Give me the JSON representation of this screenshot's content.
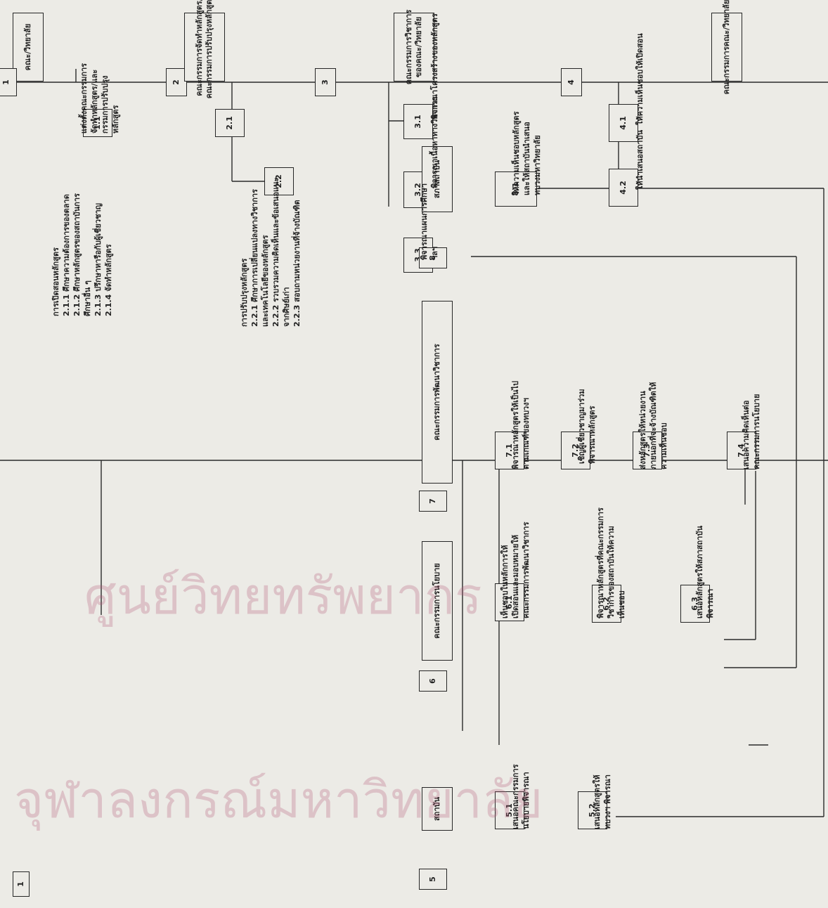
{
  "nodes": {
    "n1": "1",
    "n2": "2",
    "n3": "3",
    "n4": "4",
    "n5": "5",
    "n6": "6",
    "n7": "7",
    "n8": "8",
    "faculty": "คณะ/วิทยาลัย",
    "committee_curriculum": [
      "คณะกรรมการจัดทำหลักสูตร/",
      "คณะกรรมการปรับปรุงหลักสูตร"
    ],
    "academic_committee_faculty": [
      "คณะกรรมการวิชาการ",
      "ของคณะ/วิทยาลัย"
    ],
    "faculty_committee": "คณะกรรมการคณะ/วิทยาลัย",
    "institute": "สถาบัน",
    "policy_committee": "คณะกรรมการนโยบาย",
    "academic_dev_committee": "คณะกรรมการพัฒนาวิชาการ",
    "institute_council": "สภาสถาบัน"
  },
  "steps": {
    "s1_1": "1.1",
    "s2_1": "2.1",
    "s2_2": "2.2",
    "s3_1": "3.1",
    "s3_2": "3.2",
    "s3_3": "3.3",
    "s4_1": "4.1",
    "s4_2": "4.2",
    "s5_1": "5.1",
    "s5_2": "5.2",
    "s6_1": "6.1",
    "s6_2": "6.2",
    "s6_3": "6.3",
    "s7_1": "7.1",
    "s7_2": "7.2",
    "s7_3": "7.3",
    "s7_4": "7.4",
    "s8_1": "8.1"
  },
  "texts": {
    "t1_1": [
      "แต่งตั้งคณะกรรมการ",
      "จัดทำหลักสูตร/และ",
      "กรรมการปรับปรุง",
      "หลักสูตร"
    ],
    "t2_1": [
      "การเปิดสอนหลักสูตร",
      "2.1.1  ศึกษาความต้องการของตลาด",
      "2.1.2  ศึกษาหลักสูตรของสถาบันการ",
      "ศึกษาอื่น ๆ",
      "2.1.3  ปรึกษาหารือกับผู้เชี่ยวชาญ",
      "2.1.4  จัดทำหลักสูตร"
    ],
    "t2_2": [
      "การปรับปรุงหลักสูตร",
      "2.2.1  ศึกษาการเปลี่ยนแปลงทางวิชาการ",
      "และเทคโนโลยีของหลักสูตร",
      "2.2.2  รวบรวมความคิดเห็นและข้อเสนอแนะ",
      "จากศิษย์เก่า",
      "2.2.3  สอบถามหน่วยงานที่จ้างบัณฑิต"
    ],
    "t3_1": [
      "พิจารณาโครงสร้างของหลักสูตร"
    ],
    "t3_2": [
      "พิจารณาเนื้อหาทางวิชาการ"
    ],
    "t3_3": [
      "พิจารณาแผนการศึกษา",
      "ฯลฯ"
    ],
    "t4_1": [
      "ให้ความเห็นชอบให้เปิดสอน"
    ],
    "t4_2": [
      "ให้นำเสนอสถาบัน"
    ],
    "t5_1": [
      "เสนอคณะกรรมการ",
      "นโยบายพิจารณา"
    ],
    "t5_2": [
      "เสนอหลักสูตรให้",
      "ทบวงฯ พิจารณา"
    ],
    "t6_1": [
      "เห็นชอบในหลักการให้",
      "เปิดสอนและมอบหมายให้",
      "คณะกรรมการพัฒนาวิชาการ"
    ],
    "t6_2": [
      "พิจารณาหลักสูตรที่คณะกรรมการ",
      "วิชาการของสถาบันให้ความ",
      "เห็นชอบ"
    ],
    "t6_3": [
      "เสนอหลักสูตรให้สภาสถาบัน",
      "พิจารณา"
    ],
    "t7_1": [
      "พิจารณาหลักสูตรให้เป็นไป",
      "ตามเกณฑ์ของทบวงฯ"
    ],
    "t7_2": [
      "เชิญผู้เชี่ยวชาญมาร่วม",
      "พิจารณาหลักสูตร"
    ],
    "t7_3": [
      "ส่งหลักสูตรให้หน่วยงาน",
      "ภายนอกที่จะจ้างบัณฑิตให้",
      "ความเห็นชอบ"
    ],
    "t7_4": [
      "เสนอความคิดเห็นต่อ",
      "คณะกรรมการนโยบาย"
    ],
    "t8_1": [
      "ให้ความเห็นชอบหลักสูตร",
      "และให้สถาบันนำเสนอ",
      "ทบวงมหาวิทยาลัย"
    ]
  },
  "watermark": [
    "ศูนย์วิทยทรัพยากร",
    "จุฬาลงกรณ์มหาวิทยาลัย"
  ]
}
